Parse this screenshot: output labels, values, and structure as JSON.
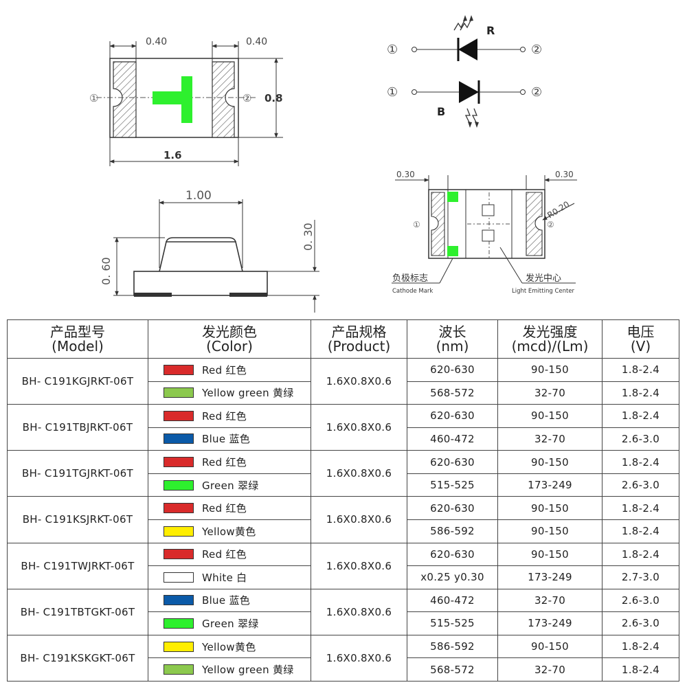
{
  "top_view": {
    "dim_left": "0.40",
    "dim_right": "0.40",
    "dim_height": "0.8",
    "dim_width": "1.6",
    "pin1": "①",
    "pin2": "②"
  },
  "symbol": {
    "label_red": "R",
    "label_blue": "B",
    "pin1": "①",
    "pin2": "②"
  },
  "side_view": {
    "dim_top": "1.00",
    "dim_height": "0. 60",
    "dim_right": "0. 30"
  },
  "bottom_view": {
    "dim_left": "0.30",
    "dim_right": "0.30",
    "dim_radius": "R0.20",
    "pin1": "①",
    "pin2": "②",
    "cathode_cn": "负极标志",
    "cathode_en": "Cathode Mark",
    "center_cn": "发光中心",
    "center_en": "Light Emitting Center"
  },
  "colors": {
    "Red": "#d92b2b",
    "Yellow green": "#8cc94e",
    "Blue": "#0b5aa8",
    "Green": "#2ef02e",
    "Yellow": "#ffee00",
    "White": "#ffffff"
  },
  "table": {
    "headers": [
      {
        "cn": "产品型号",
        "en": "(Model)"
      },
      {
        "cn": "发光颜色",
        "en": "(Color)"
      },
      {
        "cn": "产品规格",
        "en": "(Product)"
      },
      {
        "cn": "波长",
        "en": "(nm)"
      },
      {
        "cn": "发光强度",
        "en": "(mcd)/(Lm)"
      },
      {
        "cn": "电压",
        "en": "(V)"
      }
    ],
    "rows": [
      {
        "model": "BH- C191KGJRKT-06T",
        "spec": "1.6X0.8X0.6",
        "leds": [
          {
            "color": "Red",
            "name": "Red 红色",
            "wavelength": "620-630",
            "intensity": "90-150",
            "voltage": "1.8-2.4"
          },
          {
            "color": "Yellow green",
            "name": "Yellow green 黄绿",
            "wavelength": "568-572",
            "intensity": "32-70",
            "voltage": "1.8-2.4"
          }
        ]
      },
      {
        "model": "BH- C191TBJRKT-06T",
        "spec": "1.6X0.8X0.6",
        "leds": [
          {
            "color": "Red",
            "name": "Red 红色",
            "wavelength": "620-630",
            "intensity": "90-150",
            "voltage": "1.8-2.4"
          },
          {
            "color": "Blue",
            "name": "Blue 蓝色",
            "wavelength": "460-472",
            "intensity": "32-70",
            "voltage": "2.6-3.0"
          }
        ]
      },
      {
        "model": "BH- C191TGJRKT-06T",
        "spec": "1.6X0.8X0.6",
        "leds": [
          {
            "color": "Red",
            "name": "Red 红色",
            "wavelength": "620-630",
            "intensity": "90-150",
            "voltage": "1.8-2.4"
          },
          {
            "color": "Green",
            "name": "Green 翠绿",
            "wavelength": "515-525",
            "intensity": "173-249",
            "voltage": "2.6-3.0"
          }
        ]
      },
      {
        "model": "BH- C191KSJRKT-06T",
        "spec": "1.6X0.8X0.6",
        "leds": [
          {
            "color": "Red",
            "name": "Red 红色",
            "wavelength": "620-630",
            "intensity": "90-150",
            "voltage": "1.8-2.4"
          },
          {
            "color": "Yellow",
            "name": "Yellow黄色",
            "wavelength": "586-592",
            "intensity": "90-150",
            "voltage": "1.8-2.4"
          }
        ]
      },
      {
        "model": "BH- C191TWJRKT-06T",
        "spec": "1.6X0.8X0.6",
        "leds": [
          {
            "color": "Red",
            "name": "Red 红色",
            "wavelength": "620-630",
            "intensity": "90-150",
            "voltage": "1.8-2.4"
          },
          {
            "color": "White",
            "name": "White 白",
            "wavelength": "x0.25 y0.30",
            "intensity": "173-249",
            "voltage": "2.7-3.0"
          }
        ]
      },
      {
        "model": "BH- C191TBTGKT-06T",
        "spec": "1.6X0.8X0.6",
        "leds": [
          {
            "color": "Blue",
            "name": "Blue 蓝色",
            "wavelength": "460-472",
            "intensity": "32-70",
            "voltage": "2.6-3.0"
          },
          {
            "color": "Green",
            "name": "Green 翠绿",
            "wavelength": "515-525",
            "intensity": "173-249",
            "voltage": "2.6-3.0"
          }
        ]
      },
      {
        "model": "BH- C191KSKGKT-06T",
        "spec": "1.6X0.8X0.6",
        "leds": [
          {
            "color": "Yellow",
            "name": "Yellow黄色",
            "wavelength": "586-592",
            "intensity": "90-150",
            "voltage": "1.8-2.4"
          },
          {
            "color": "Yellow green",
            "name": "Yellow green 黄绿",
            "wavelength": "568-572",
            "intensity": "32-70",
            "voltage": "1.8-2.4"
          }
        ]
      }
    ]
  }
}
